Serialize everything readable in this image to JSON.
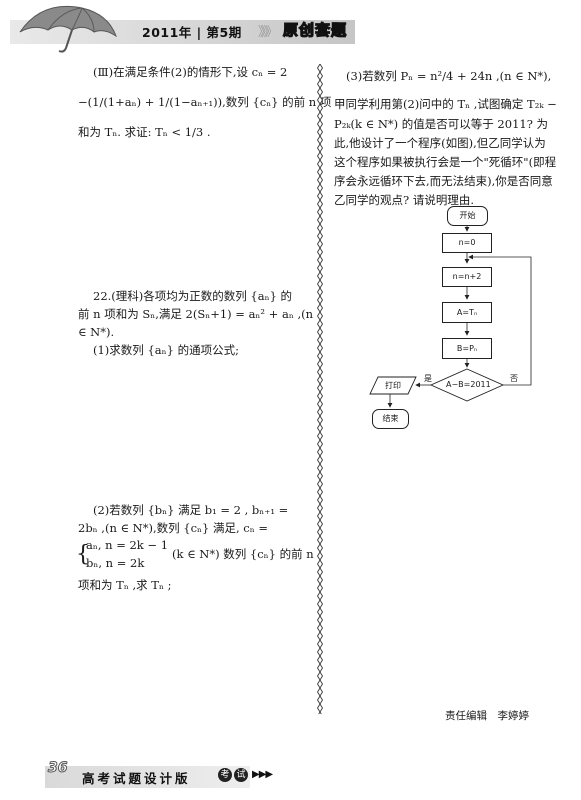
{
  "header": {
    "issue": "2011年 | 第5期",
    "arrows": "》》》",
    "column": "原创套题"
  },
  "left": {
    "p3_line1": "(Ⅲ)在满足条件(2)的情形下,设 cₙ = 2",
    "p3_line2": "−(1/(1+aₙ) + 1/(1−aₙ₊₁)),数列 {cₙ} 的前 n 项",
    "p3_line3": "和为 Tₙ. 求证: Tₙ < 1/3 .",
    "q22_line1": "22.(理科)各项均为正数的数列 {aₙ} 的",
    "q22_line2": "前 n 项和为 Sₙ,满足 2(Sₙ+1) = aₙ² + aₙ ,(n",
    "q22_line3": "∈ N*).",
    "q22_part1": "(1)求数列 {aₙ} 的通项公式;",
    "q22_p2_line1": "(2)若数列 {bₙ} 满足 b₁ = 2 , bₙ₊₁ =",
    "q22_p2_line2": "2bₙ ,(n ∈ N*),数列 {cₙ} 满足, cₙ =",
    "q22_p2_case1": "aₙ, n = 2k − 1",
    "q22_p2_case2": "bₙ, n = 2k",
    "q22_p2_line3_tail": "(k ∈ N*) 数列 {cₙ} 的前 n",
    "q22_p2_line4": "项和为 Tₙ ,求 Tₙ ;"
  },
  "right": {
    "p3_line1": "(3)若数列 Pₙ = n²/4 + 24n ,(n ∈ N*),",
    "p3_line2": "甲同学利用第(2)问中的 Tₙ ,试图确定 T₂ₖ −",
    "p3_line3": "P₂ₖ(k ∈ N*) 的值是否可以等于 2011? 为",
    "p3_line4": "此,他设计了一个程序(如图),但乙同学认为",
    "p3_line5": "这个程序如果被执行会是一个\"死循环\"(即程",
    "p3_line6": "序会永远循环下去,而无法结束),你是否同意",
    "p3_line7": "乙同学的观点? 请说明理由."
  },
  "flowchart": {
    "start": "开始",
    "init": "n=0",
    "step": "n=n+2",
    "assignA": "A=Tₙ",
    "assignB": "B=Pₙ",
    "decision": "A−B=2011",
    "yes": "是",
    "no": "否",
    "print": "打印",
    "end": "结束"
  },
  "editor": "责任编辑　李婷婷",
  "footer": {
    "page": "36",
    "title": "高考试题设计版",
    "badge1": "考",
    "badge2": "试",
    "arrows": "▶▶▶"
  }
}
